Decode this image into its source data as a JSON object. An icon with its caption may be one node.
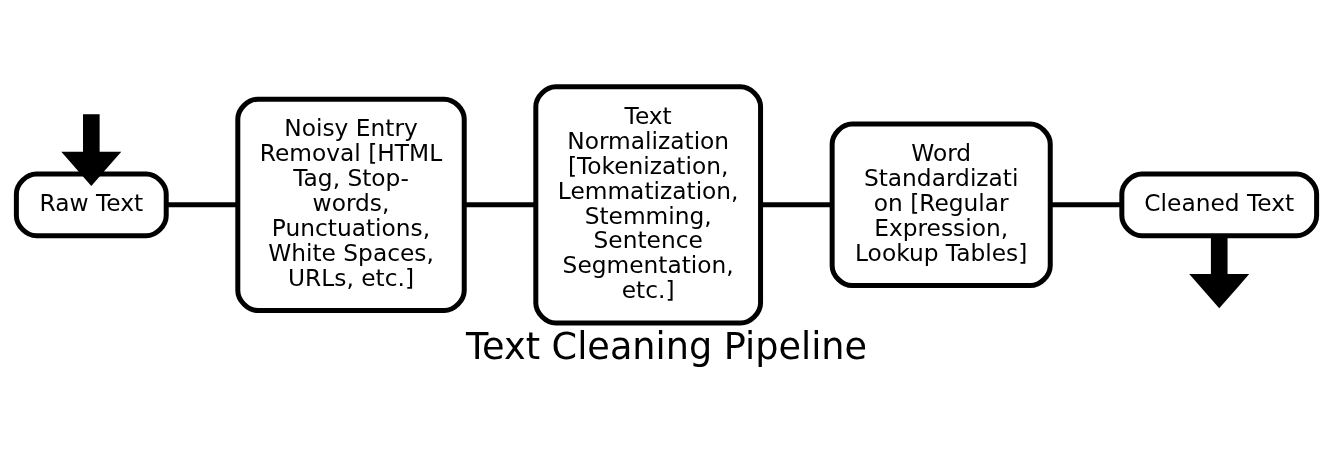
{
  "diagram": {
    "caption": "Text Cleaning Pipeline",
    "nodes": [
      {
        "text": [
          "Raw Text"
        ]
      },
      {
        "text": [
          "Noisy Entry Removal [HTML Tag, Stop-words, Punctuations, White Spaces, URLs, etc.]"
        ]
      },
      {
        "text": [
          "Text Normalization [Tokenization, Lemmatization, Stemming, Sentence Segmentation, etc.]"
        ]
      },
      {
        "text": [
          "Word Standardizati on [Regular Expression, Lookup Tables]"
        ]
      },
      {
        "text": [
          "Cleaned Text"
        ]
      }
    ],
    "edges": [
      {
        "from": null,
        "to": 0,
        "arrow": "to",
        "style": "thick"
      },
      {
        "from": 0,
        "to": 1,
        "arrow": "none"
      },
      {
        "from": 1,
        "to": 2,
        "arrow": "none"
      },
      {
        "from": 2,
        "to": 3,
        "arrow": "none"
      },
      {
        "from": 3,
        "to": 4,
        "arrow": "none"
      },
      {
        "from": 4,
        "to": null,
        "arrow": "to",
        "style": "thick"
      }
    ]
  }
}
